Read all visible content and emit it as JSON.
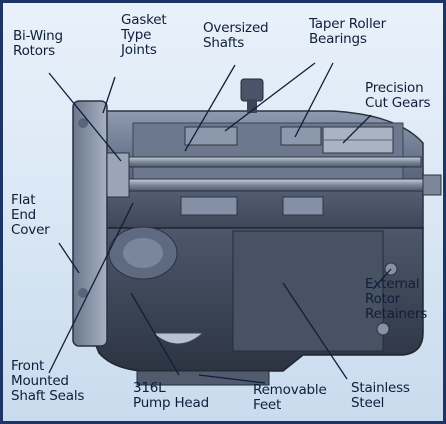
{
  "figure": {
    "labels": {
      "bi_wing_rotors": "Bi-Wing\nRotors",
      "gasket_type_joints": "Gasket\nType\nJoints",
      "oversized_shafts": "Oversized\nShafts",
      "taper_roller_bearings": "Taper Roller\nBearings",
      "precision_cut_gears": "Precision\nCut Gears",
      "flat_end_cover": "Flat\nEnd\nCover",
      "external_rotor_retainers": "External\nRotor\nRetainers",
      "front_mounted_shaft_seals": "Front\nMounted\nShaft Seals",
      "pump_head_316l": "316L\nPump Head",
      "removable_feet": "Removable\nFeet",
      "stainless_steel": "Stainless\nSteel"
    },
    "colors": {
      "background": "#dbe7f4",
      "frame": "#1a3566",
      "metal_dark": "#3a4456",
      "metal_mid": "#5d6a80",
      "metal_light": "#9aa6b8",
      "label_text": "#0f1f3a"
    }
  }
}
